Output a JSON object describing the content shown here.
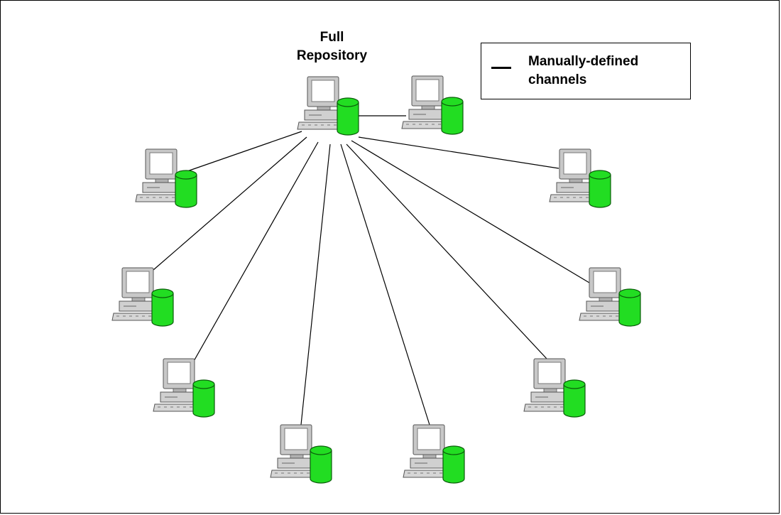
{
  "title": {
    "line1": "Full",
    "line2": "Repository"
  },
  "legend": {
    "line1": "Manually-defined",
    "line2": "channels",
    "symbol": "solid-black-line"
  },
  "colors": {
    "database_fill": "#22dd22",
    "database_stroke": "#0a5c0a",
    "monitor_fill": "#c8c8c8",
    "screen_fill": "#ffffff",
    "connection_line": "#000000"
  },
  "icons": {
    "node": "computer-with-database-icon"
  },
  "nodes": [
    {
      "id": "full-repository",
      "role": "hub"
    },
    {
      "id": "node-top-right",
      "role": "queue-manager"
    },
    {
      "id": "node-left-upper",
      "role": "queue-manager"
    },
    {
      "id": "node-right-upper",
      "role": "queue-manager"
    },
    {
      "id": "node-left-middle",
      "role": "queue-manager"
    },
    {
      "id": "node-right-middle",
      "role": "queue-manager"
    },
    {
      "id": "node-left-lower",
      "role": "queue-manager"
    },
    {
      "id": "node-right-lower",
      "role": "queue-manager"
    },
    {
      "id": "node-bottom-left",
      "role": "queue-manager"
    },
    {
      "id": "node-bottom-right",
      "role": "queue-manager"
    }
  ],
  "edges": [
    [
      "full-repository",
      "node-top-right"
    ],
    [
      "full-repository",
      "node-left-upper"
    ],
    [
      "full-repository",
      "node-right-upper"
    ],
    [
      "full-repository",
      "node-left-middle"
    ],
    [
      "full-repository",
      "node-right-middle"
    ],
    [
      "full-repository",
      "node-left-lower"
    ],
    [
      "full-repository",
      "node-right-lower"
    ],
    [
      "full-repository",
      "node-bottom-left"
    ],
    [
      "full-repository",
      "node-bottom-right"
    ]
  ]
}
